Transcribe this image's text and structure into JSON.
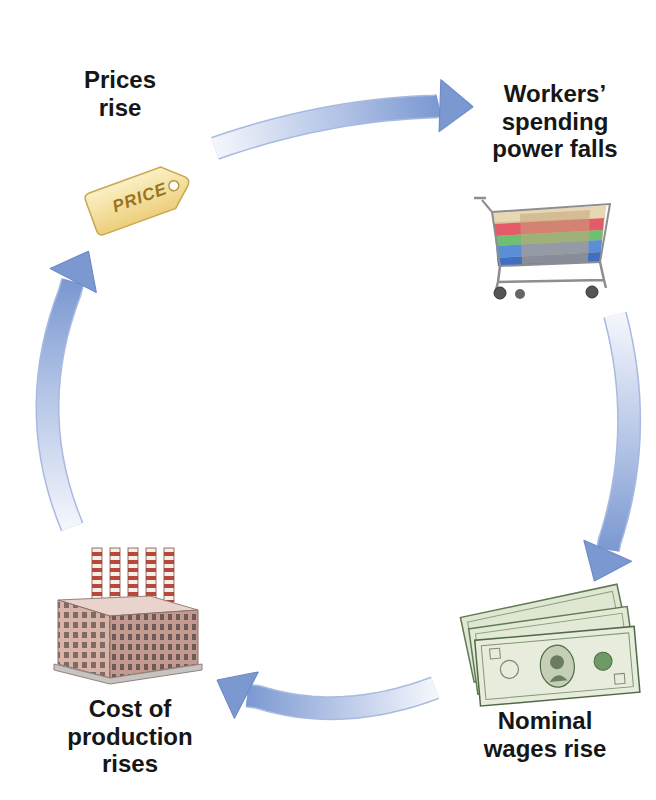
{
  "diagram": {
    "nodes": [
      {
        "text": [
          "Prices rise"
        ]
      },
      {
        "text": [
          "Workers’ spending power falls"
        ]
      },
      {
        "text": [
          "Nominal wages rise"
        ]
      },
      {
        "text": [
          "Cost of production rises"
        ]
      }
    ],
    "edges": [
      {
        "from": 0,
        "to": 1,
        "arrow": "to"
      },
      {
        "from": 1,
        "to": 2,
        "arrow": "to"
      },
      {
        "from": 2,
        "to": 3,
        "arrow": "to"
      },
      {
        "from": 3,
        "to": 0,
        "arrow": "to"
      }
    ],
    "labels": [
      "PRICE"
    ]
  }
}
